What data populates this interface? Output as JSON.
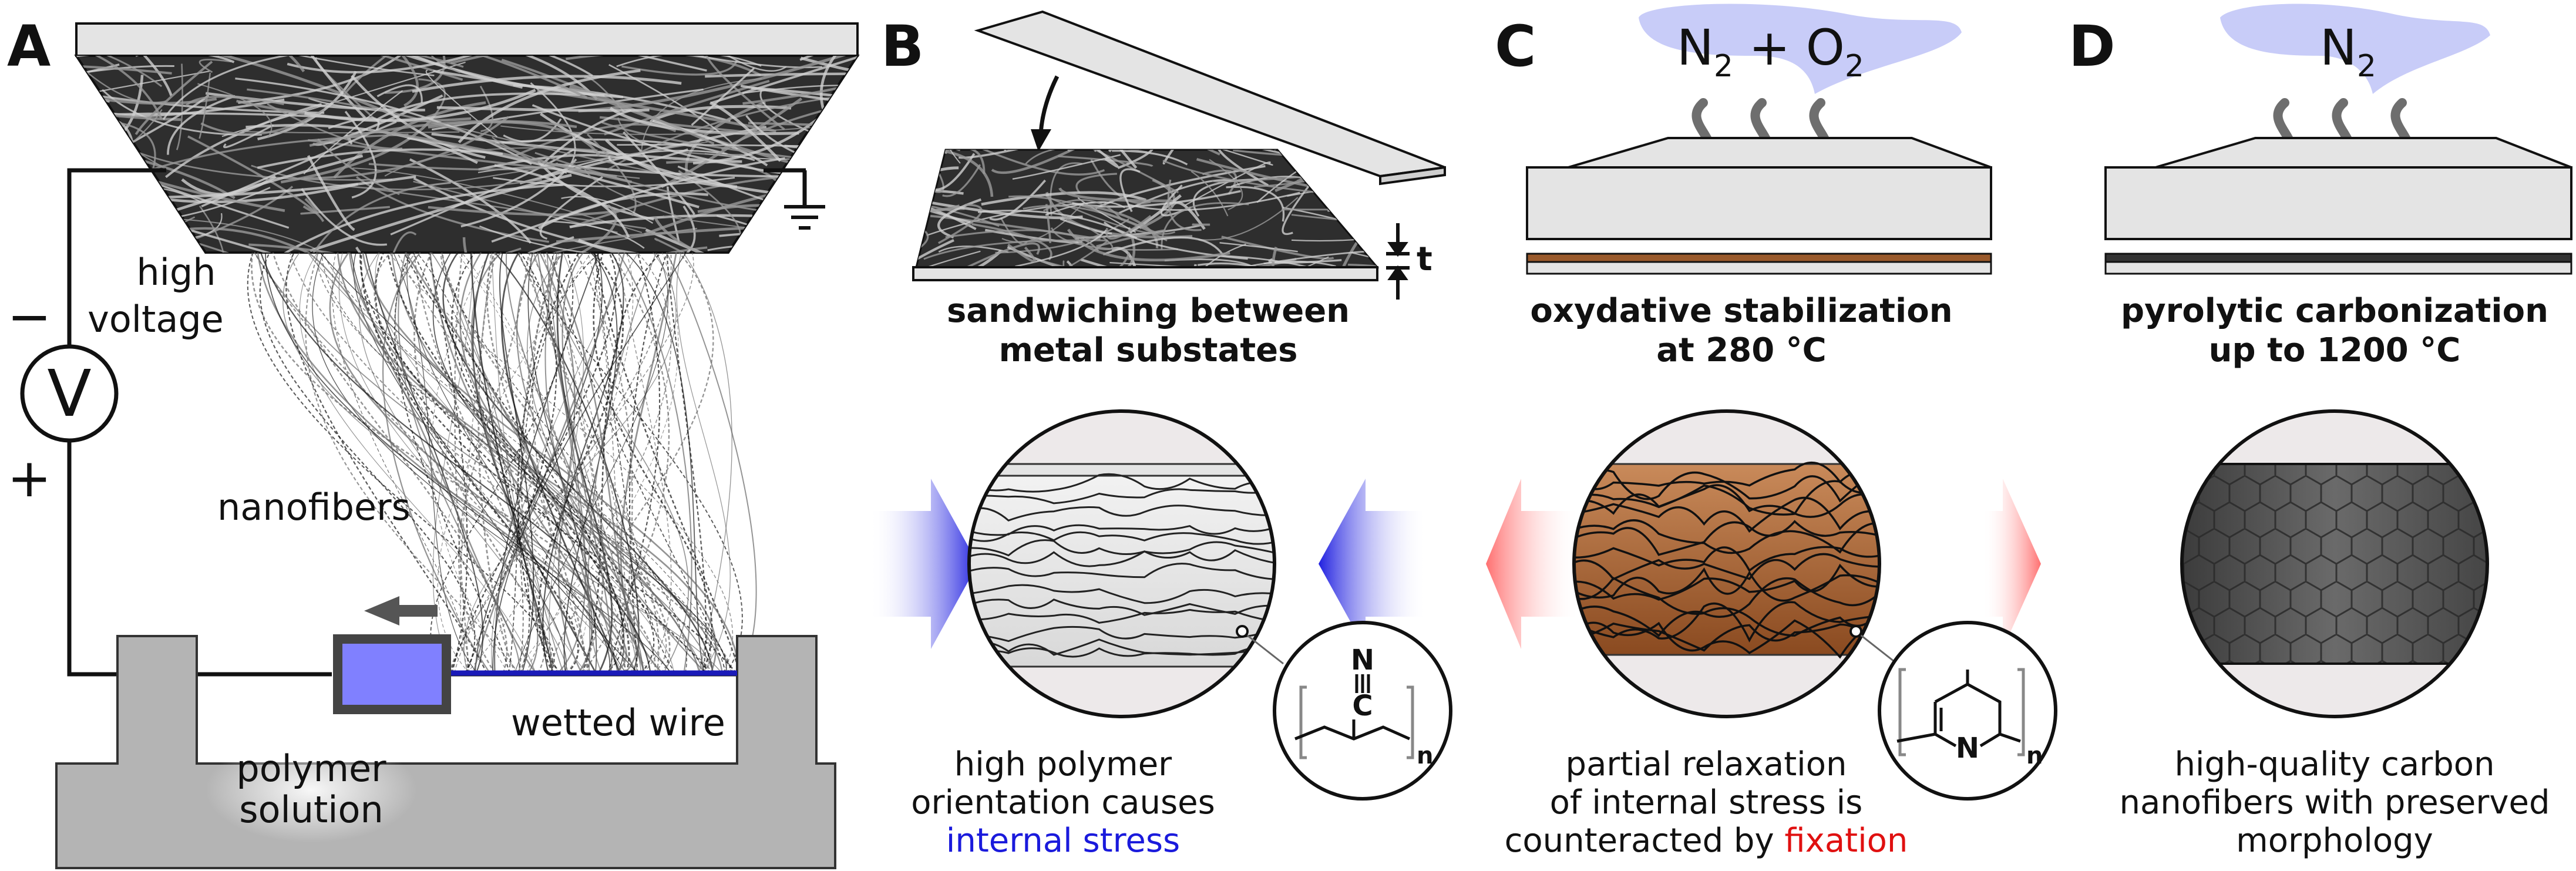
{
  "panels": {
    "a": {
      "letter": "A",
      "label_minus": "−",
      "label_plus": "+",
      "label_v": "V",
      "label_high_voltage": [
        "high",
        "voltage"
      ],
      "label_nanofibers": "nanofibers",
      "label_polymer_solution": [
        "polymer",
        "solution"
      ],
      "label_wetted_wire": "wetted wire"
    },
    "b": {
      "letter": "B",
      "label_t": "t",
      "caption_bold": [
        "sandwiching between",
        "metal substates"
      ],
      "caption": [
        "high polymer",
        "orientation causes"
      ],
      "caption_colored": "internal stress",
      "chem_n": "N",
      "chem_c": "C",
      "chem_sub_n": "n"
    },
    "c": {
      "letter": "C",
      "gas": [
        "N",
        "2",
        " + O",
        "2"
      ],
      "caption_bold": [
        "oxydative stabilization",
        "at 280 °C"
      ],
      "caption": [
        "partial relaxation",
        "of internal stress is"
      ],
      "caption_last_plain": "counteracted by ",
      "caption_colored": "fixation",
      "chem_n": "N",
      "chem_sub_n": "n"
    },
    "d": {
      "letter": "D",
      "gas": [
        "N",
        "2"
      ],
      "caption_bold": [
        "pyrolytic carbonization",
        "up to 1200 °C"
      ],
      "caption": [
        "high-quality carbon",
        "nanofibers with preserved",
        "morphology"
      ]
    }
  },
  "colors": {
    "stress_blue": "#1a1adc",
    "fixation_red": "#e01010",
    "solution_blue": "#8080ff",
    "stabilized_brown": "#9a5a2c",
    "carbon_black": "#333333",
    "gas_cloud": "#c8ccf8",
    "substrate_gray": "#e2e2e2",
    "base_gray": "#b4b4b4"
  }
}
